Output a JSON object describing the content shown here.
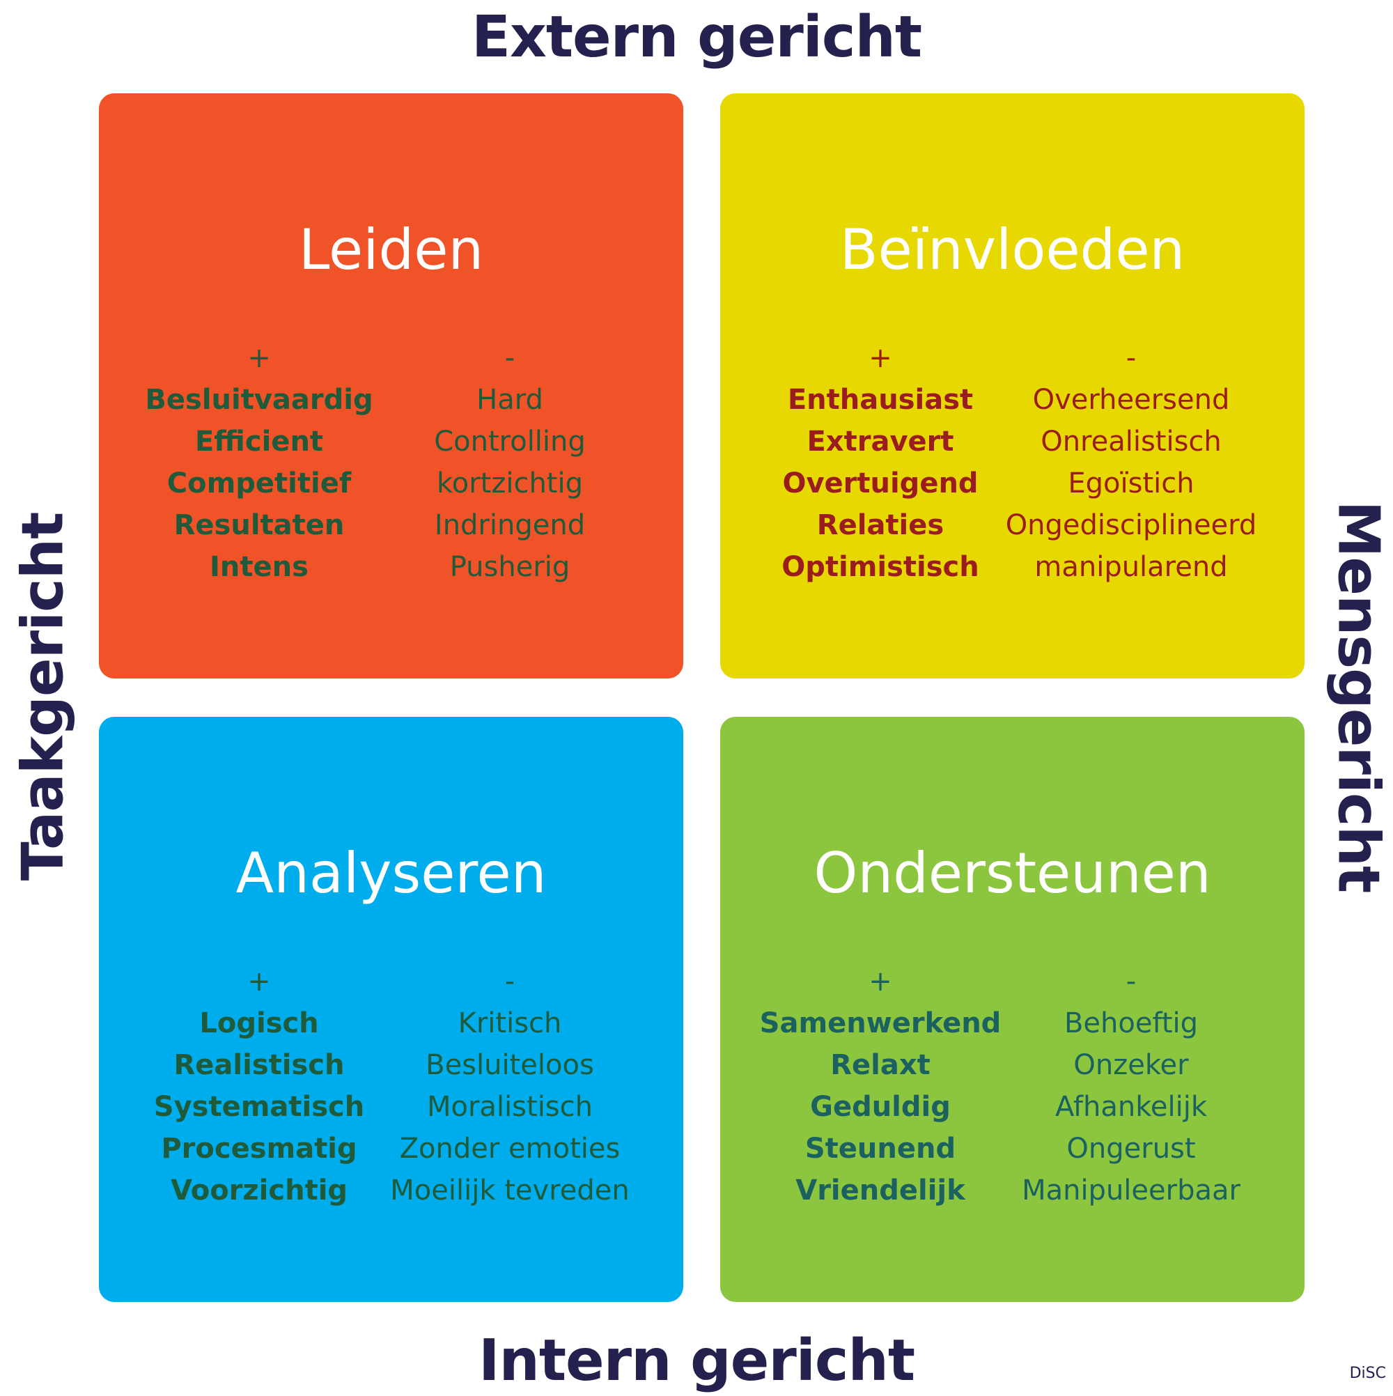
{
  "axes": {
    "top": "Extern gericht",
    "bottom": "Intern gericht",
    "left": "Taakgericht",
    "right": "Mensgericht"
  },
  "quadrants": [
    {
      "id": "leiden",
      "title": "Leiden",
      "color": "#f05327",
      "text_color": "#1f5a3a",
      "positive_sign": "+",
      "negative_sign": "-",
      "positive": [
        "Besluitvaardig",
        "Efficient",
        "Competitief",
        "Resultaten",
        "Intens"
      ],
      "negative": [
        "Hard",
        "Controlling",
        "kortzichtig",
        "Indringend",
        "Pusherig"
      ]
    },
    {
      "id": "beinvloeden",
      "title": "Beïnvloeden",
      "color": "#e6d800",
      "text_color": "#9b1c1c",
      "positive_sign": "+",
      "negative_sign": "-",
      "positive": [
        "Enthausiast",
        "Extravert",
        "Overtuigend",
        "Relaties",
        "Optimistisch"
      ],
      "negative": [
        "Overheersend",
        "Onrealistisch",
        "Egoïstich",
        "Ongedisciplineerd",
        "manipularend"
      ]
    },
    {
      "id": "analyseren",
      "title": "Analyseren",
      "color": "#00adec",
      "text_color": "#1f5a3a",
      "positive_sign": "+",
      "negative_sign": "-",
      "positive": [
        "Logisch",
        "Realistisch",
        "Systematisch",
        "Procesmatig",
        "Voorzichtig"
      ],
      "negative": [
        "Kritisch",
        "Besluiteloos",
        "Moralistisch",
        "Zonder emoties",
        "Moeilijk tevreden"
      ]
    },
    {
      "id": "ondersteunen",
      "title": "Ondersteunen",
      "color": "#8cc63f",
      "text_color": "#1b6160",
      "positive_sign": "+",
      "negative_sign": "-",
      "positive": [
        "Samenwerkend",
        "Relaxt",
        "Geduldig",
        "Steunend",
        "Vriendelijk"
      ],
      "negative": [
        "Behoeftig",
        "Onzeker",
        "Afhankelijk",
        "Ongerust",
        "Manipuleerbaar"
      ]
    }
  ],
  "corner_label": "DiSC"
}
